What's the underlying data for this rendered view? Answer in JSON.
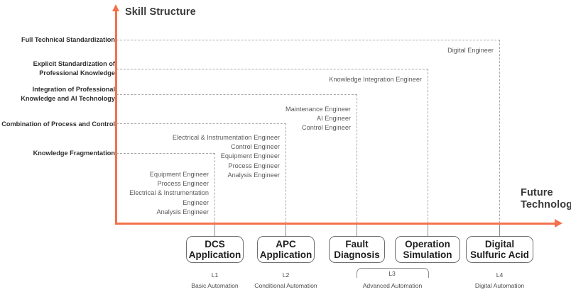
{
  "axes": {
    "y_title": "Skill Structure",
    "x_title_line1": "Future",
    "x_title_line2": "Technology",
    "accent_color": "#F4714C",
    "dash_color": "#A8A8A8"
  },
  "levels_axis": [
    {
      "id": "full-technical-standardization",
      "lines": [
        "Full Technical Standardization"
      ]
    },
    {
      "id": "explicit-standardization",
      "lines": [
        "Explicit Standardization of",
        "Professional Knowledge"
      ]
    },
    {
      "id": "integration-professional-ai",
      "lines": [
        "Integration of Professional",
        "Knowledge and AI Technology"
      ]
    },
    {
      "id": "combination-process-control",
      "lines": [
        "Combination of Process and Control"
      ]
    },
    {
      "id": "knowledge-fragmentation",
      "lines": [
        "Knowledge Fragmentation"
      ]
    }
  ],
  "level_label_text": {
    "l1": "Full Technical Standardization",
    "l2a": "Explicit Standardization of",
    "l2b": "Professional Knowledge",
    "l3a": "Integration of Professional",
    "l3b": "Knowledge and AI Technology",
    "l4": "Combination of Process and Control",
    "l5": "Knowledge Fragmentation"
  },
  "role_groups": [
    {
      "id": "dcs-roles",
      "roles": [
        "Equipment Engineer",
        "Process Engineer",
        "Electrical & Instrumentation",
        "Engineer",
        "Analysis Engineer"
      ],
      "text": "Equipment Engineer\nProcess Engineer\nElectrical & Instrumentation\nEngineer\nAnalysis Engineer"
    },
    {
      "id": "apc-roles",
      "roles": [
        "Electrical & Instrumentation Engineer",
        "Control Engineer",
        "Equipment Engineer",
        "Process Engineer",
        "Analysis Engineer"
      ],
      "text": "Electrical & Instrumentation Engineer\nControl Engineer\nEquipment Engineer\nProcess Engineer\nAnalysis Engineer"
    },
    {
      "id": "fault-diagnosis-roles",
      "roles": [
        "Maintenance Engineer",
        "AI Engineer",
        "Control Engineer"
      ],
      "text": "Maintenance Engineer\nAI Engineer\nControl Engineer"
    },
    {
      "id": "operation-simulation-roles",
      "roles": [
        "Knowledge Integration Engineer"
      ],
      "text": "Knowledge Integration Engineer"
    },
    {
      "id": "digital-sulfuric-acid-roles",
      "roles": [
        "Digital Engineer"
      ],
      "text": "Digital Engineer"
    }
  ],
  "stages": [
    {
      "id": "dcs-application",
      "title_line1": "DCS",
      "title_line2": "Application",
      "code": "L1",
      "description": "Basic Automation"
    },
    {
      "id": "apc-application",
      "title_line1": "APC",
      "title_line2": "Application",
      "code": "L2",
      "description": "Conditional Automation"
    },
    {
      "id": "fault-diagnosis",
      "title_line1": "Fault",
      "title_line2": "Diagnosis",
      "code": "L3",
      "description": "Advanced Automation"
    },
    {
      "id": "operation-simulation",
      "title_line1": "Operation",
      "title_line2": "Simulation",
      "code": "L3",
      "description": "Advanced Automation"
    },
    {
      "id": "digital-sulfuric-acid",
      "title_line1": "Digital",
      "title_line2": "Sulfuric Acid",
      "code": "L4",
      "description": "Digital Automation"
    }
  ],
  "stage_codes": {
    "l3_shared": "L3",
    "l3_shared_desc": "Advanced Automation"
  }
}
